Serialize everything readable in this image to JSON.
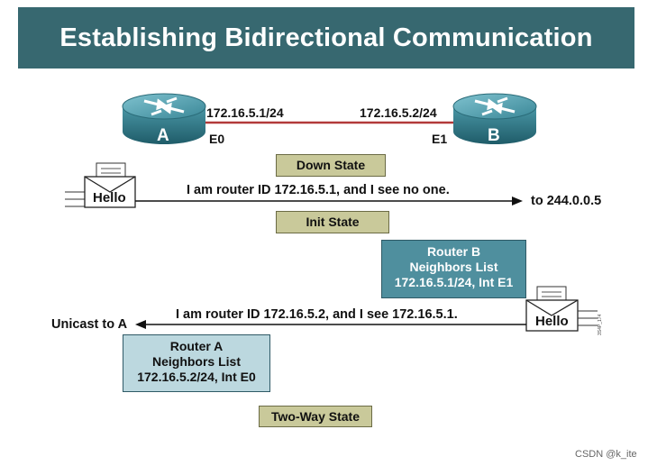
{
  "title": "Establishing Bidirectional Communication",
  "routers": {
    "a": {
      "letter": "A",
      "ip": "172.16.5.1/24",
      "interface": "E0"
    },
    "b": {
      "letter": "B",
      "ip": "172.16.5.2/24",
      "interface": "E1"
    }
  },
  "states": {
    "down": "Down State",
    "init": "Init State",
    "two_way": "Two-Way State"
  },
  "hello_label": "Hello",
  "messages": {
    "from_a": "I am router ID 172.16.5.1, and I see no one.",
    "to_multicast": "to 244.0.0.5",
    "from_b": "I am router ID 172.16.5.2, and I see 172.16.5.1.",
    "unicast": "Unicast to A"
  },
  "neighbors": {
    "b": {
      "line1": "Router B",
      "line2": "Neighbors List",
      "line3": "172.16.5.1/24, Int E1"
    },
    "a": {
      "line1": "Router A",
      "line2": "Neighbors List",
      "line3": "172.16.5.2/24, Int E0"
    }
  },
  "figure_code": "3S4P_174",
  "watermark": "CSDN @k_ite",
  "colors": {
    "title_bar": "#376870",
    "link": "#b23a3a",
    "state_box": "#c9c99a",
    "router": "#3d8a99"
  }
}
